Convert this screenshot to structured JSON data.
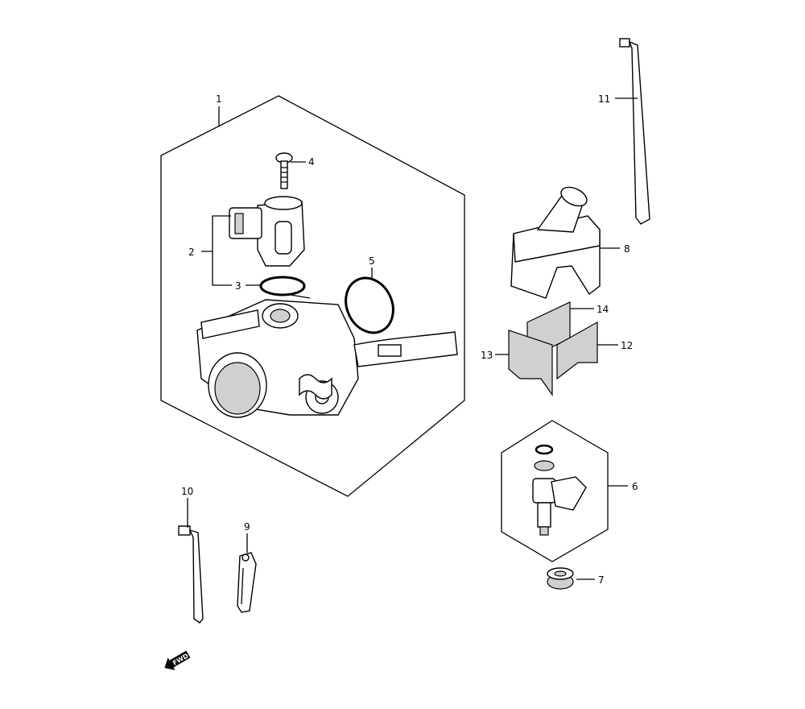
{
  "diagram": {
    "callouts": [
      {
        "id": "1",
        "label": "1"
      },
      {
        "id": "2",
        "label": "2"
      },
      {
        "id": "3",
        "label": "3"
      },
      {
        "id": "4",
        "label": "4"
      },
      {
        "id": "5",
        "label": "5"
      },
      {
        "id": "6",
        "label": "6"
      },
      {
        "id": "7",
        "label": "7"
      },
      {
        "id": "8",
        "label": "8"
      },
      {
        "id": "9",
        "label": "9"
      },
      {
        "id": "10",
        "label": "10"
      },
      {
        "id": "11",
        "label": "11"
      },
      {
        "id": "12",
        "label": "12"
      },
      {
        "id": "13",
        "label": "13"
      },
      {
        "id": "14",
        "label": "14"
      }
    ],
    "direction_arrow": {
      "label": "FWD"
    }
  }
}
